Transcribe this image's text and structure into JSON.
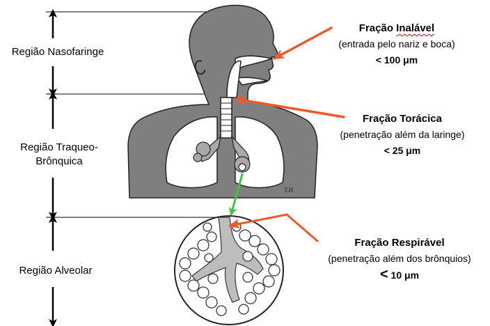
{
  "regions": {
    "naso": "Região Nasofaringe",
    "traqueo_line1": "Região Traqueo-",
    "traqueo_line2": "Brônquica",
    "alveolar": "Região Alveolar"
  },
  "fractions": {
    "inalavel": {
      "title_prefix": "Fração ",
      "title_word": "Inalável",
      "desc": "(entrada pelo nariz e boca)",
      "size": "< 100 μm"
    },
    "toracica": {
      "title": "Fração Torácica",
      "desc": "(penetração além da laringe)",
      "size": "< 25 μm"
    },
    "respiravel": {
      "title": "Fração Respirável",
      "desc": "(penetração além dos brônquios)",
      "size_symbol": "<",
      "size_value": " 10 μm"
    }
  },
  "colors": {
    "arrow_red": "#f05a28",
    "arrow_green": "#3cc83c",
    "body_fill": "#7f7f7f",
    "line": "#000000"
  }
}
